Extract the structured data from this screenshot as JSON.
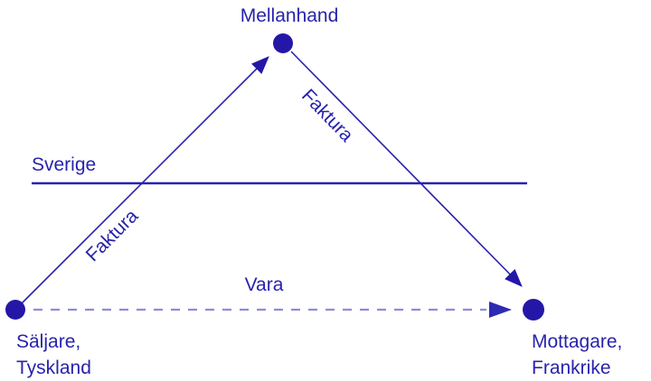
{
  "diagram": {
    "description_type": "triangulation-trade-diagram",
    "nodes": {
      "mellanhand": {
        "label": "Mellanhand"
      },
      "saljare": {
        "line1": "Säljare,",
        "line2": "Tyskland"
      },
      "mottagare": {
        "line1": "Mottagare,",
        "line2": "Frankrike"
      }
    },
    "edges": {
      "faktura_seller_to_middleman": {
        "label": "Faktura",
        "style": "solid",
        "from": "saljare",
        "to": "mellanhand"
      },
      "faktura_middleman_to_recipient": {
        "label": "Faktura",
        "style": "solid",
        "from": "mellanhand",
        "to": "mottagare"
      },
      "vara_seller_to_recipient": {
        "label": "Vara",
        "style": "dashed",
        "from": "saljare",
        "to": "mottagare"
      }
    },
    "border": {
      "label": "Sverige"
    },
    "colors": {
      "primary": "#2823ab",
      "node_dot": "#2417a8",
      "dashed_line": "#8c8cdc",
      "background": "#ffffff"
    }
  }
}
